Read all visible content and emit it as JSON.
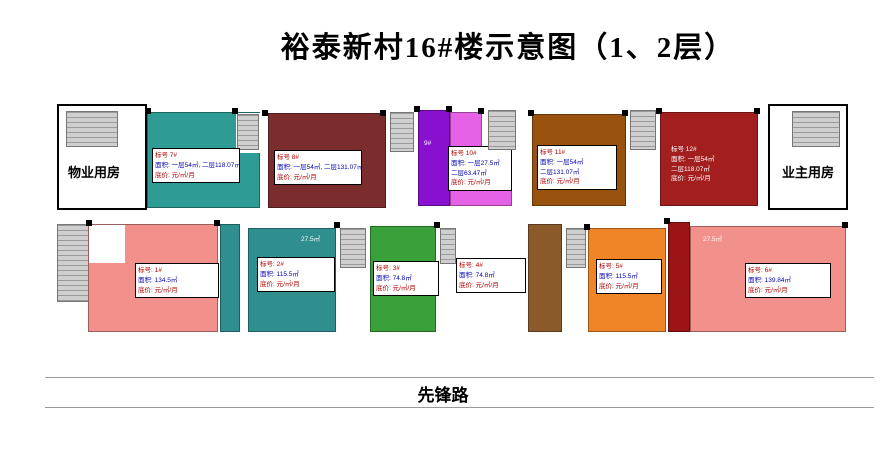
{
  "title": "裕泰新村16#楼示意图（1、2层）",
  "road_label": "先锋路",
  "left_room_label": "物业用房",
  "right_room_label": "业主用房",
  "colors": {
    "unit7_teal": "#2e9b94",
    "unit8_maroon": "#7b2d2d",
    "unit9_purple": "#8a10d0",
    "unit10_magenta": "#e561e5",
    "unit11_brown": "#99520e",
    "unit12_dark_red": "#a31f1f",
    "unit1_salmon": "#f2918c",
    "unit2_teal": "#2f8f8f",
    "unit3_green": "#3aa03a",
    "unit4_brown": "#8b5a2b",
    "unit5_orange": "#f08528",
    "red_block": "#9b1515",
    "stair_gray": "#cfcfcf"
  },
  "top_units": [
    {
      "no": "7#",
      "line1": "标号  7#",
      "line2": "面积: 一层54㎡, 二层118.07㎡",
      "line3": "底价:      元/㎡/月"
    },
    {
      "no": "8#",
      "line1": "标号  8#",
      "line2": "面积: 一层54㎡, 二层131.07㎡",
      "line3": "底价:      元/㎡/月"
    },
    {
      "no": "9#",
      "line1": "9#"
    },
    {
      "no": "10#",
      "line1": "标号  10#",
      "line2": "面积: 一层27.5㎡",
      "line3": "二层63.47㎡",
      "line4": "底价:   元/㎡/月"
    },
    {
      "no": "11#",
      "line1": "标号  11#",
      "line2": "面积: 一层54㎡",
      "line3": "二层131.07㎡",
      "line4": "底价:   元/㎡/月"
    },
    {
      "no": "12#",
      "line1": "标号  12#",
      "line2": "面积: 一层54㎡",
      "line3": "二层118.07㎡",
      "line4": "底价:   元/㎡/月"
    }
  ],
  "bottom_units": [
    {
      "no": "1#",
      "line1": "标号:  1#",
      "line2": "面积:  134.5㎡",
      "line3": "底价:      元/㎡/月"
    },
    {
      "no": "2#",
      "line1": "标号:  2#",
      "line2": "面积:  115.5㎡",
      "line3": "底价:      元/㎡/月",
      "small_area": "27.5㎡"
    },
    {
      "no": "3#",
      "line1": "标号:  3#",
      "line2": "面积:  74.8㎡",
      "line3": "底价:      元/㎡/月"
    },
    {
      "no": "4#",
      "line1": "标号:  4#",
      "line2": "面积:  74.8㎡",
      "line3": "底价:      元/㎡/月"
    },
    {
      "no": "5#",
      "line1": "标号:  5#",
      "line2": "面积:  115.5㎡",
      "line3": "底价:      元/㎡/月"
    },
    {
      "no": "6#",
      "line1": "标号:  6#",
      "line2": "面积:  139.84㎡",
      "line3": "底价:      元/㎡/月",
      "small_area": "27.5㎡"
    }
  ]
}
